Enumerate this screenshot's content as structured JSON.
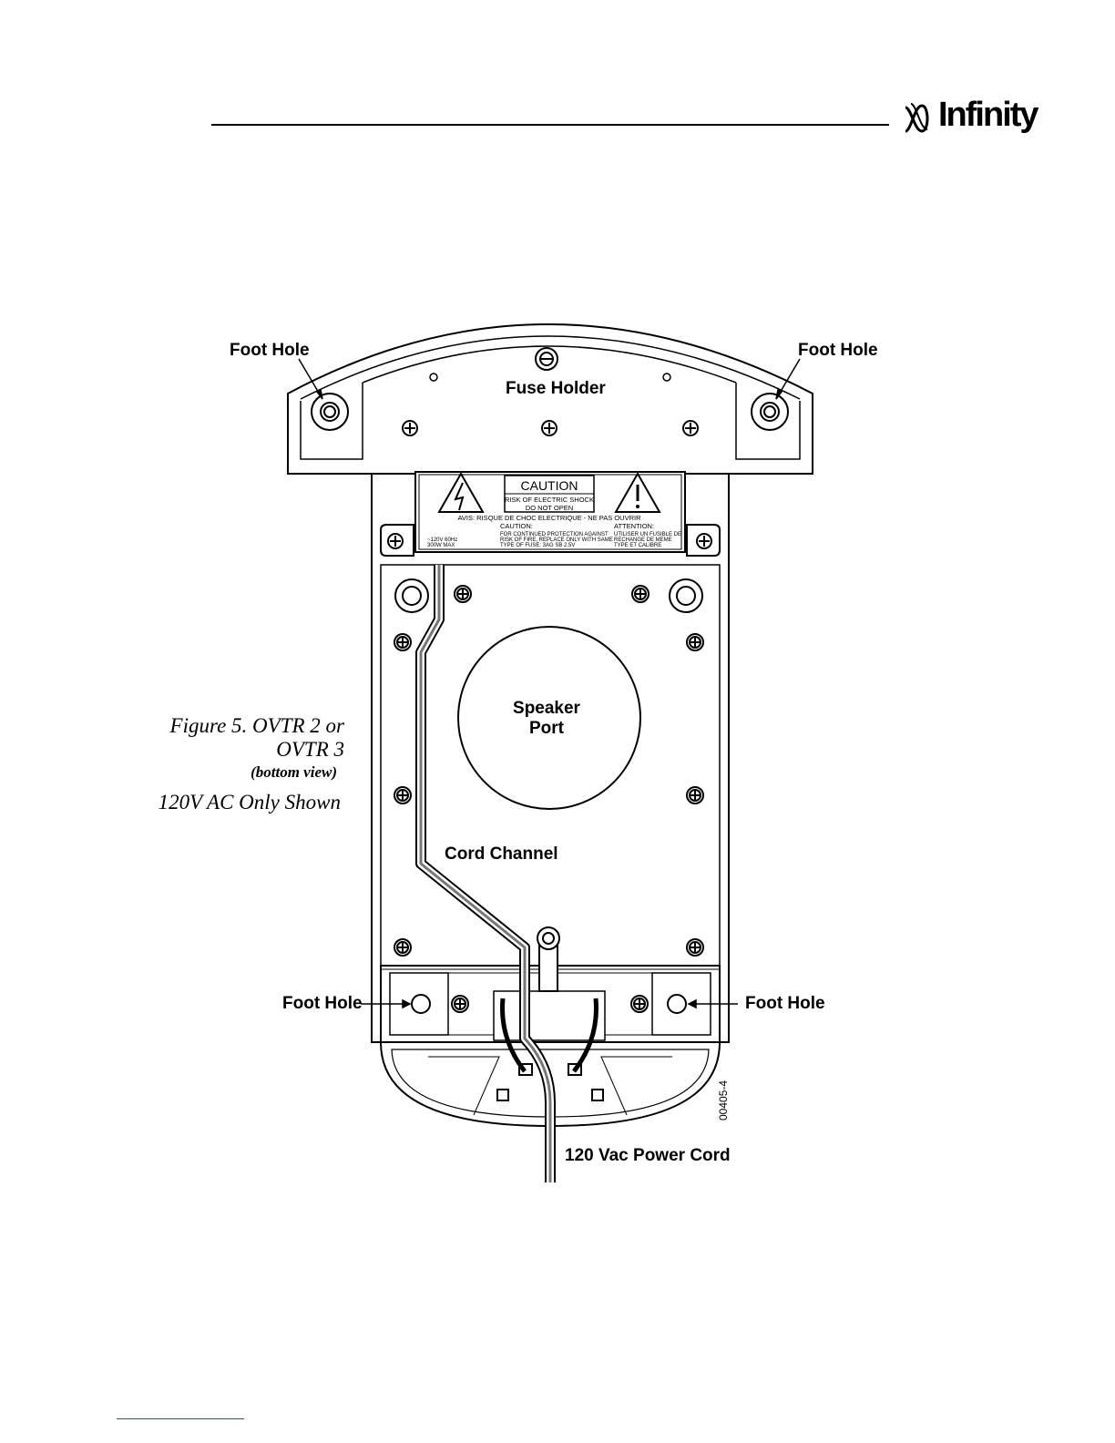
{
  "header": {
    "brand": "Infinity"
  },
  "figure": {
    "caption_line1": "Figure 5.  OVTR 2 or",
    "caption_line2": "OVTR 3",
    "caption_view": "(bottom view)",
    "caption_note": "120V AC Only Shown",
    "labels": {
      "foot_hole_top_left": "Foot Hole",
      "foot_hole_top_right": "Foot Hole",
      "fuse_holder": "Fuse Holder",
      "speaker_port_1": "Speaker",
      "speaker_port_2": "Port",
      "cord_channel": "Cord Channel",
      "foot_hole_bottom_left": "Foot Hole",
      "foot_hole_bottom_right": "Foot Hole",
      "power_cord": "120 Vac Power Cord",
      "part_number": "00405-4"
    },
    "caution_label": {
      "title": "CAUTION",
      "risk_line1": "RISK OF ELECTRIC SHOCK",
      "risk_line2": "DO NOT OPEN",
      "avis": "AVIS: RISQUE DE CHOC ELECTRIQUE - NE PAS OUVRIR",
      "caution_heading": "CAUTION:",
      "caution_line1": "FOR CONTINUED PROTECTION AGAINST",
      "caution_line2": "RISK OF FIRE, REPLACE ONLY WITH SAME",
      "caution_line3": "TYPE OF FUSE: 3AG SB 2.5V",
      "attention_heading": "ATTENTION:",
      "attention_line1": "UTILISER UN FUSIBLE DE",
      "attention_line2": "RECHANGE DE MEME",
      "attention_line3": "TYPE ET CALIBRE",
      "rating_line1": "~120V 60Hz",
      "rating_line2": "300W MAX"
    }
  }
}
